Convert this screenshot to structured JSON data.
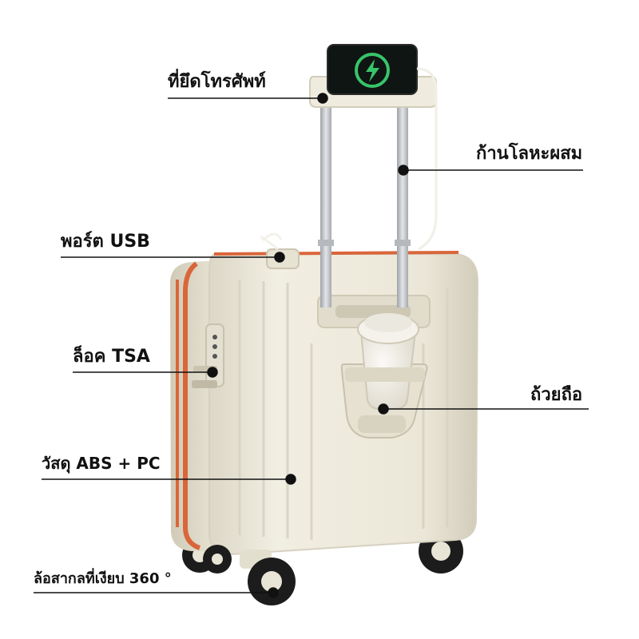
{
  "colors": {
    "shell": "#ece8da",
    "shell_shadow": "#d6d1c0",
    "zipper": "#d9663a",
    "wheel": "#1c1c1c",
    "hub": "#e8e4d6",
    "rod": "#c9ccd0",
    "phone_screen": "#0e1512",
    "charge_ring": "#38c46a",
    "label_text": "#111111",
    "leader_line": "#111111"
  },
  "labels": {
    "phone_holder": "ที่ยึดโทรศัพท์",
    "metal_rod": "ก้านโลหะผสม",
    "usb_port": "พอร์ต USB",
    "tsa_lock": "ล็อค TSA",
    "cup_holder": "ถ้วยถือ",
    "material": "วัสดุ ABS + PC",
    "wheels": "ล้อสากลที่เงียบ 360 °"
  },
  "icons": {
    "charging": "lightning-bolt-icon"
  }
}
